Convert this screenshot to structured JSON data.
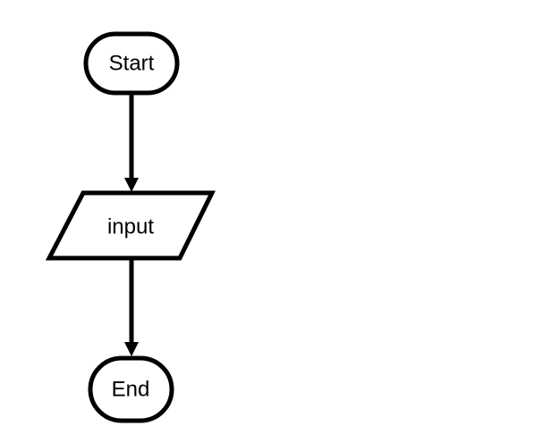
{
  "diagram": {
    "type": "flowchart",
    "nodes": [
      {
        "id": "start",
        "shape": "terminator",
        "label": "Start"
      },
      {
        "id": "input",
        "shape": "parallelogram",
        "label": "input"
      },
      {
        "id": "end",
        "shape": "terminator",
        "label": "End"
      }
    ],
    "edges": [
      {
        "from": "start",
        "to": "input",
        "directed": true
      },
      {
        "from": "input",
        "to": "end",
        "directed": true
      }
    ],
    "colors": {
      "stroke": "#000000",
      "fill": "#ffffff",
      "text": "#000000"
    }
  }
}
